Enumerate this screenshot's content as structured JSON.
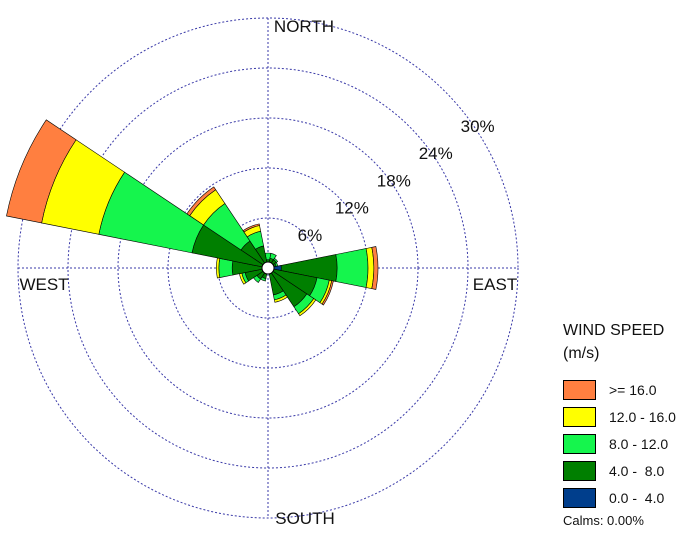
{
  "chart_data": {
    "type": "wind-rose",
    "title": "",
    "directions": [
      "N",
      "NNE",
      "NE",
      "ENE",
      "E",
      "ESE",
      "SE",
      "SSE",
      "S",
      "SSW",
      "SW",
      "WSW",
      "W",
      "WNW",
      "NW",
      "NNW"
    ],
    "angles_deg": [
      0,
      22.5,
      45,
      67.5,
      90,
      112.5,
      135,
      157.5,
      180,
      202.5,
      225,
      247.5,
      270,
      292.5,
      315,
      337.5
    ],
    "series": [
      {
        "name": "0.0 -  4.0",
        "color": "#003e8c",
        "values": [
          0.3,
          0.4,
          0.4,
          0.4,
          1.6,
          0.6,
          0.3,
          0.3,
          0.3,
          0.3,
          0.3,
          0.3,
          0.3,
          0.3,
          0.3,
          0.3
        ]
      },
      {
        "name": "4.0 -  8.0",
        "color": "#007f00",
        "values": [
          0.7,
          0.8,
          0.8,
          0.6,
          6.7,
          5.4,
          5.3,
          3.0,
          0.4,
          1.0,
          1.3,
          2.5,
          4.0,
          9.0,
          3.6,
          2.4
        ]
      },
      {
        "name": "8.0 - 12.0",
        "color": "#15f54d",
        "values": [
          0.8,
          0.6,
          0.2,
          0.2,
          3.7,
          1.5,
          1.0,
          0.6,
          0.0,
          0.3,
          0.5,
          0.4,
          1.6,
          11.4,
          5.4,
          1.8
        ]
      },
      {
        "name": "12.0 - 16.0",
        "color": "#ffff00",
        "values": [
          0.0,
          0.0,
          0.0,
          0.0,
          0.7,
          0.3,
          0.3,
          0.3,
          0.0,
          0.0,
          0.0,
          0.3,
          0.3,
          7.0,
          2.0,
          0.7
        ]
      },
      {
        "name": ">= 16.0",
        "color": "#ff7f40",
        "values": [
          0.0,
          0.0,
          0.0,
          0.0,
          0.5,
          0.2,
          0.0,
          0.0,
          0.0,
          0.0,
          0.0,
          0.0,
          0.0,
          4.3,
          0.4,
          0.2
        ]
      }
    ],
    "ring_values": [
      6,
      12,
      18,
      24,
      30
    ],
    "ring_labels": [
      "6%",
      "12%",
      "18%",
      "24%",
      "30%"
    ],
    "rmax": 30,
    "compass": {
      "north": "NORTH",
      "south": "SOUTH",
      "east": "EAST",
      "west": "WEST"
    },
    "legend_position": "right"
  },
  "legend": {
    "title": "WIND SPEED\n(m/s)",
    "items": [
      ">= 16.0",
      "12.0 - 16.0",
      "8.0 - 12.0",
      "4.0 -  8.0",
      "0.0 -  4.0"
    ],
    "colors": [
      "#ff7f40",
      "#ffff00",
      "#15f54d",
      "#007f00",
      "#003e8c"
    ],
    "calms": "Calms: 0.00%"
  }
}
